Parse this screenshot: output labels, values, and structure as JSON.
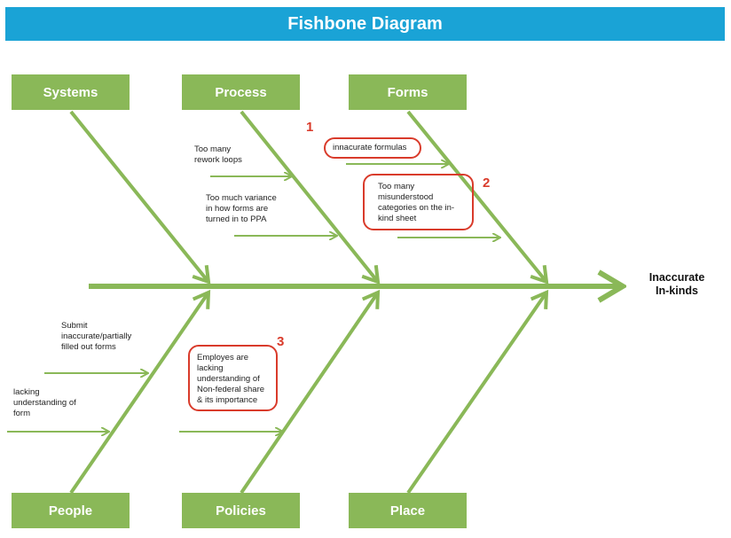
{
  "title": "Fishbone Diagram",
  "effect": [
    "Inaccurate",
    "In-kinds"
  ],
  "categories": {
    "systems": "Systems",
    "process": "Process",
    "forms": "Forms",
    "people": "People",
    "policies": "Policies",
    "place": "Place"
  },
  "causes": {
    "process_1": [
      "Too many",
      "rework loops"
    ],
    "process_2": [
      "Too much variance",
      "in how forms are",
      "turned in to PPA"
    ],
    "forms_1": [
      "innacurate formulas"
    ],
    "forms_2": [
      "Too many",
      "misunderstood",
      "categories on the in-",
      "kind sheet"
    ],
    "people_1": [
      "Submit",
      "inaccurate/partially",
      "filled out forms"
    ],
    "people_2": [
      "lacking",
      "understanding of",
      "form"
    ],
    "policies_1": [
      "Employes are",
      "lacking",
      "understanding of",
      "Non-federal share",
      "& its importance"
    ]
  },
  "markers": [
    "1",
    "2",
    "3"
  ],
  "colors": {
    "title_bar": "#1aa3d6",
    "bone": "#8ab858",
    "callout": "#d93b2b"
  }
}
